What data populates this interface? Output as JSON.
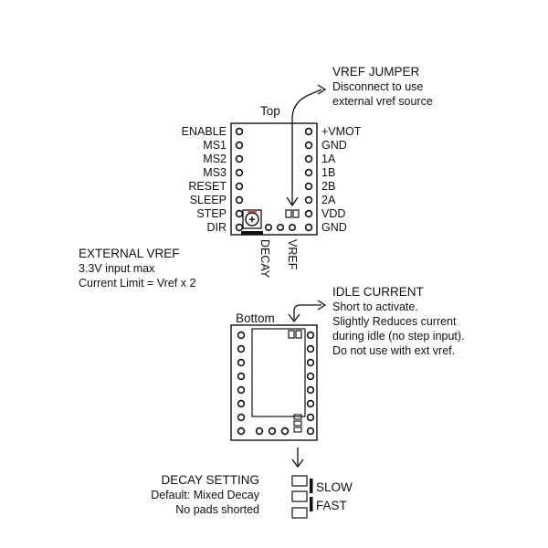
{
  "top_view": {
    "label": "Top",
    "left_pins": [
      "ENABLE",
      "MS1",
      "MS2",
      "MS3",
      "RESET",
      "SLEEP",
      "STEP",
      "DIR"
    ],
    "right_pins": [
      "+VMOT",
      "GND",
      "1A",
      "1B",
      "2B",
      "2A",
      "VDD",
      "GND"
    ],
    "bottom_labels": [
      "DECAY",
      "VREF"
    ],
    "pot_symbol": "+"
  },
  "vref_jumper": {
    "title": "VREF JUMPER",
    "lines": [
      "Disconnect to use",
      "external vref source"
    ]
  },
  "external_vref": {
    "title": "EXTERNAL VREF",
    "lines": [
      "3.3V input max",
      "Current Limit = Vref x 2"
    ]
  },
  "bottom_view": {
    "label": "Bottom"
  },
  "idle_current": {
    "title": "IDLE CURRENT",
    "lines": [
      "Short to activate.",
      "Slightly Reduces current",
      "during idle (no step input).",
      "Do not use with ext vref."
    ]
  },
  "decay_setting": {
    "title": "DECAY SETTING",
    "lines": [
      "Default: Mixed Decay",
      "No pads shorted"
    ],
    "slow_label": "SLOW",
    "fast_label": "FAST"
  },
  "colors": {
    "ink": "#111111",
    "pot_accent": "#d32f2f"
  }
}
